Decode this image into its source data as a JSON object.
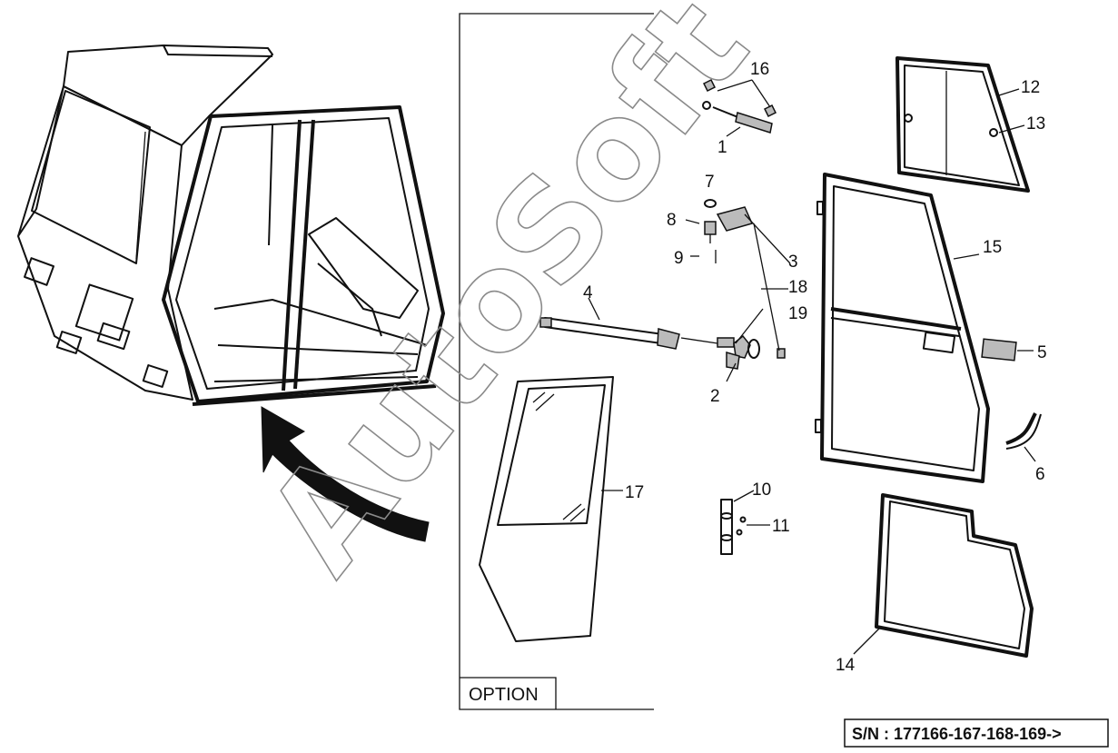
{
  "option_label": "OPTION",
  "serial_label": "S/N : 177166-167-168-169->",
  "watermark": "AutoSoft",
  "callouts": [
    "1",
    "2",
    "3",
    "4",
    "5",
    "6",
    "7",
    "8",
    "9",
    "10",
    "11",
    "12",
    "13",
    "14",
    "15",
    "16",
    "17",
    "18",
    "19"
  ],
  "colors": {
    "ink": "#111111",
    "watermark": "#8a8a8a",
    "background": "#ffffff"
  }
}
